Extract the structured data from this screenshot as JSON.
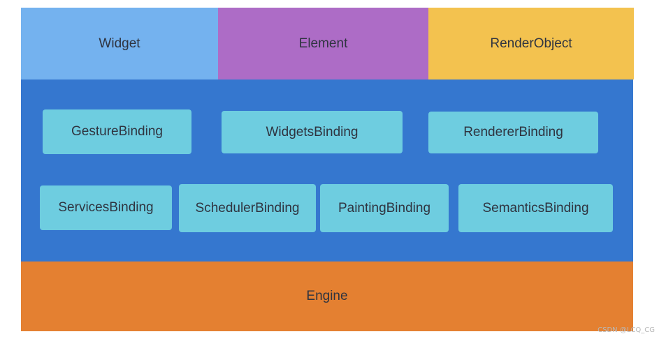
{
  "top_row": {
    "widget": "Widget",
    "element": "Element",
    "render_object": "RenderObject"
  },
  "bindings": {
    "row1": [
      "GestureBinding",
      "WidgetsBinding",
      "RendererBinding"
    ],
    "row2": [
      "ServicesBinding",
      "SchedulerBinding",
      "PaintingBinding",
      "SemanticsBinding"
    ]
  },
  "engine": "Engine",
  "watermark": "CSDN @LCQ_CG",
  "colors": {
    "widget": "#74b2ef",
    "element": "#ad6cc6",
    "render_object": "#f3c24f",
    "bindings_layer": "#3577cf",
    "binding_box": "#6ecde0",
    "engine": "#e48031"
  }
}
